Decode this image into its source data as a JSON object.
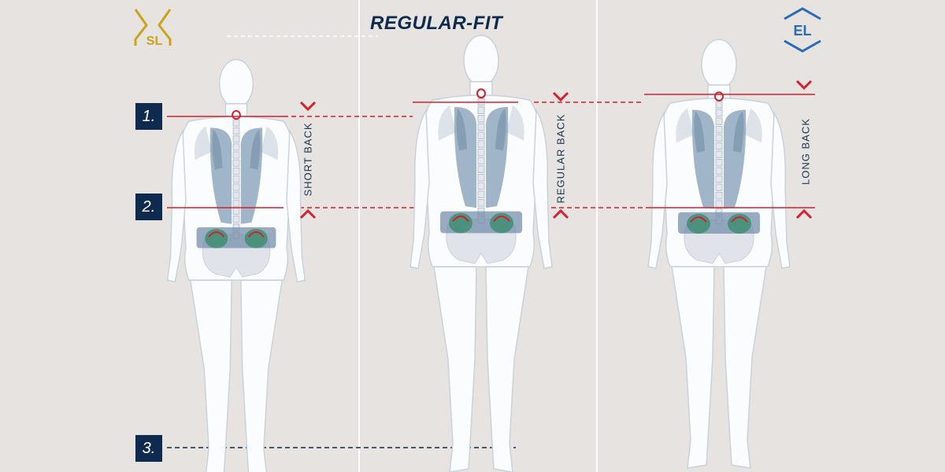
{
  "header": {
    "title": "REGULAR-FIT"
  },
  "badges": {
    "sl": "SL",
    "el": "EL"
  },
  "markers": [
    "1.",
    "2.",
    "3."
  ],
  "panels": [
    {
      "label": "SHORT BACK"
    },
    {
      "label": "REGULAR BACK"
    },
    {
      "label": "LONG BACK"
    }
  ],
  "colors": {
    "background": "#e6e3e0",
    "navy": "#0f2a4f",
    "red": "#d5202e",
    "gold": "#c9a41a",
    "blue": "#2a6bb5",
    "muscle": "#7f9bb6",
    "hip_pad": "#3f8d73"
  },
  "icons": [
    "sl-badge-icon",
    "el-badge-icon",
    "chevron-down-icon",
    "chevron-up-icon"
  ]
}
